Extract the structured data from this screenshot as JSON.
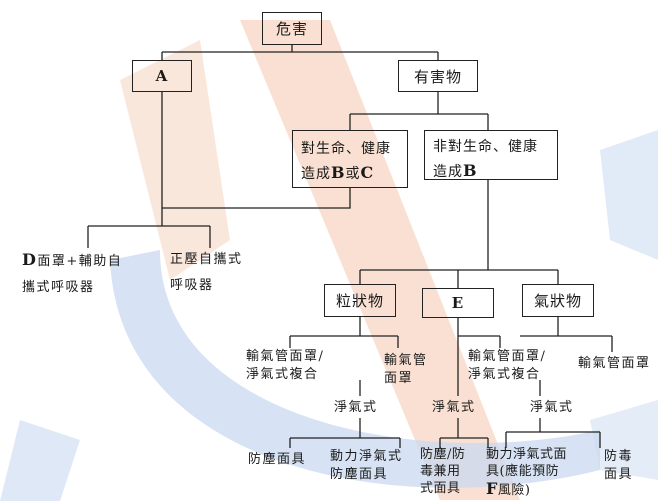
{
  "nodes": {
    "root": "危害",
    "a": "A",
    "harmful": "有害物",
    "life_line1": "對生命、健康",
    "life_line2_pre": "造成",
    "life_line2_b": "B",
    "life_line2_or": "或",
    "life_line2_c": "C",
    "nonlife_line1": "非對生命、健康",
    "nonlife_line2_pre": "造成",
    "nonlife_line2_b": "B",
    "particulate": "粒狀物",
    "e": "E",
    "gaseous": "氣狀物"
  },
  "labels": {
    "d_first": "D",
    "d_rest": "面罩+輔助自",
    "d_line2": "攜式呼吸器",
    "pos_line1": "正壓自攜式",
    "pos_line2": "呼吸器",
    "p_combo_line1": "輸氣管面罩/",
    "p_combo_line2": "淨氣式複合",
    "p_mask_line1": "輸氣管",
    "p_mask_line2": "面罩",
    "g_combo_line1": "輸氣管面罩/",
    "g_combo_line2": "淨氣式複合",
    "g_mask": "輸氣管面罩",
    "p_purify": "淨氣式",
    "e_purify": "淨氣式",
    "g_purify": "淨氣式",
    "dust_mask": "防塵面具",
    "powered_dust_line1": "動力淨氣式",
    "powered_dust_line2": "防塵面具",
    "dust_gas_line1": "防塵/防",
    "dust_gas_line2": "毒兼用",
    "dust_gas_line3": "式面具",
    "powered_line1": "動力淨氣式面",
    "powered_line2": "具(應能預防",
    "powered_line3_f": "F",
    "powered_line3_rest": "風險)",
    "gas_mask_line1": "防毒",
    "gas_mask_line2": "面具"
  },
  "colors": {
    "line": "#222222",
    "watermark_blue": "#c9d9f0",
    "watermark_orange": "#f6d3bf"
  }
}
